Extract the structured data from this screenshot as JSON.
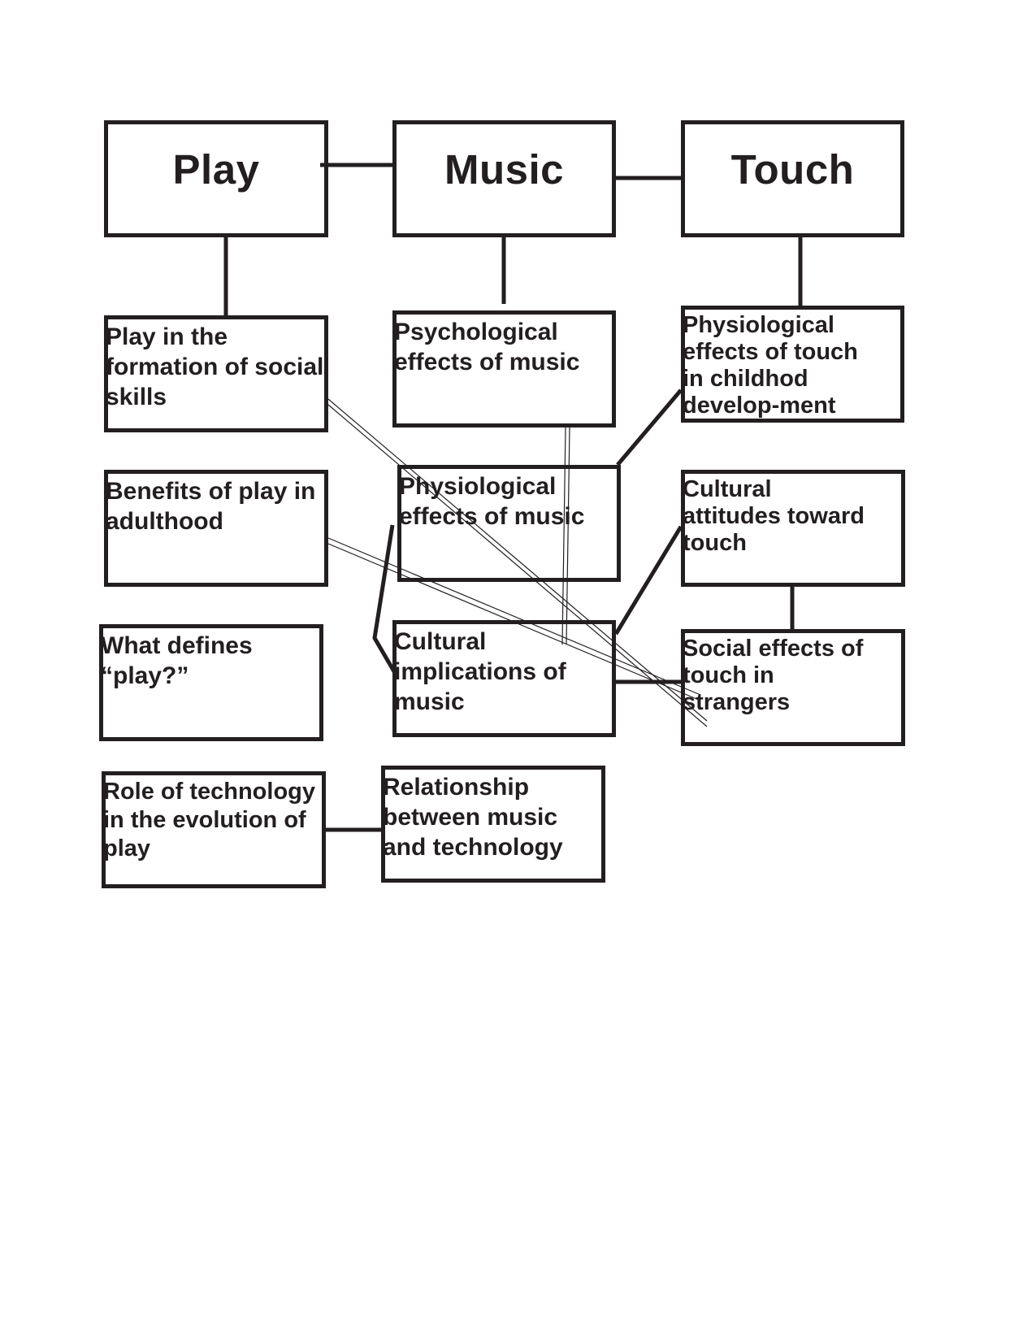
{
  "diagram": {
    "headers": {
      "play": "Play",
      "music": "Music",
      "touch": "Touch"
    },
    "topics": {
      "play_social_skills": "Play in the formation of social skills",
      "play_adulthood": "Benefits of play in adulthood",
      "play_defines": "What defines “play?”",
      "play_technology": "Role of technology in the evolution of play",
      "music_psychological": "Psychological effects of music",
      "music_physiological": "Physiological effects of music",
      "music_cultural": "Cultural implications of music",
      "music_technology": "Relationship between music and technology",
      "touch_physiological": "Physiological effects of touch in childhod develop-ment",
      "touch_cultural": "Cultural attitudes toward touch",
      "touch_strangers": "Social effects of touch in strangers"
    },
    "colors": {
      "stroke": "#231f20",
      "background": "#ffffff"
    }
  }
}
